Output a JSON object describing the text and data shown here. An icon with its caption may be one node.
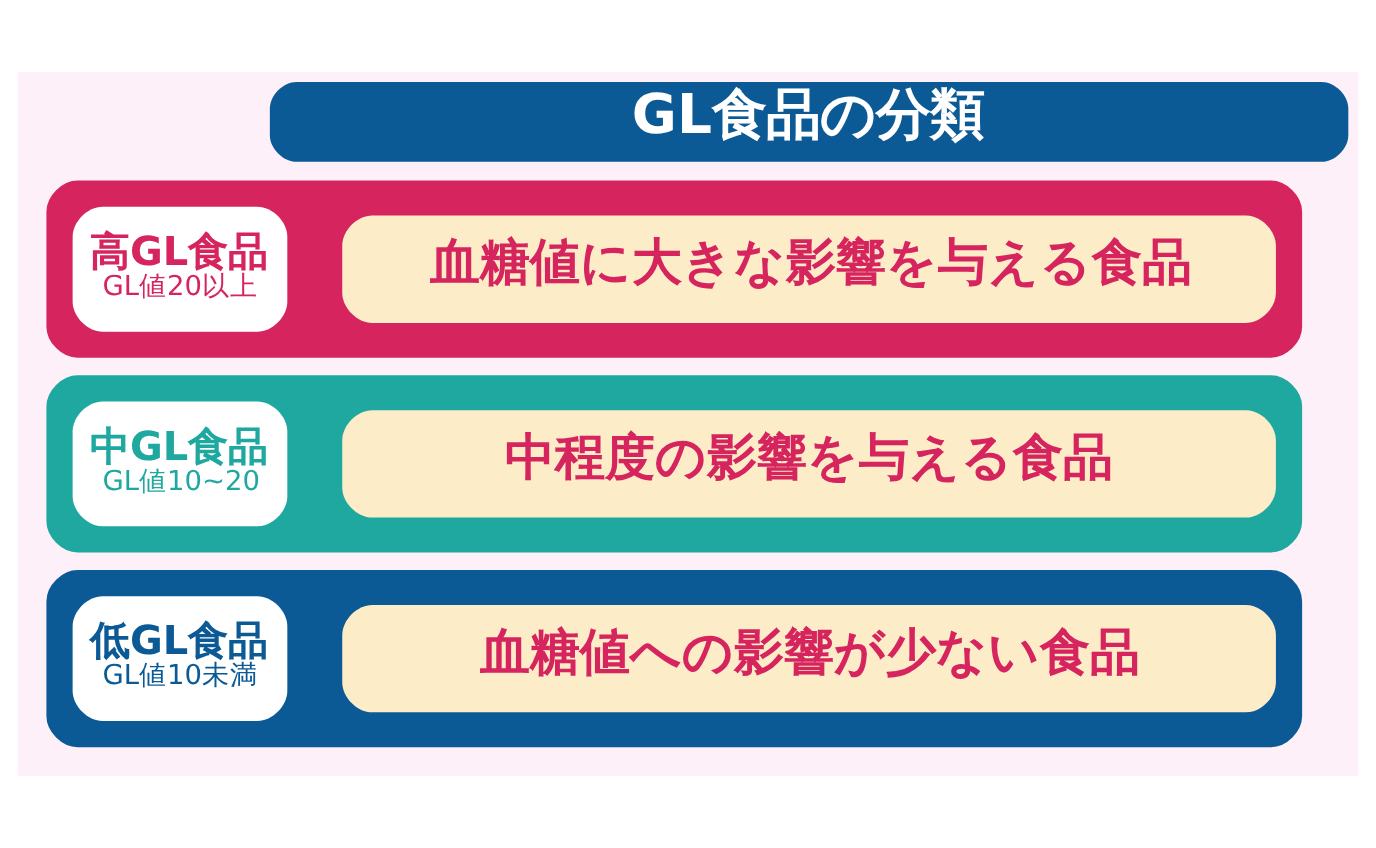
{
  "diagram": {
    "nodes": [
      {
        "text": [
          "GL食品の分類"
        ]
      },
      {
        "text": [],
        "shape": "bar"
      },
      {
        "text": [
          "高GL食品",
          "GL値20以上"
        ],
        "in": 1
      },
      {
        "text": [
          "血糖値に大きな影響を与える食品"
        ],
        "in": 1
      },
      {
        "text": [],
        "shape": "bar"
      },
      {
        "text": [
          "中GL食品",
          "GL値10~20"
        ],
        "in": 4
      },
      {
        "text": [
          "中程度の影響を与える食品"
        ],
        "in": 4
      },
      {
        "text": [],
        "shape": "bar"
      },
      {
        "text": [
          "低GL食品",
          "GL値10未満"
        ],
        "in": 7
      },
      {
        "text": [
          "血糖値への影響が少ない食品"
        ],
        "in": 7
      }
    ],
    "edges": []
  }
}
